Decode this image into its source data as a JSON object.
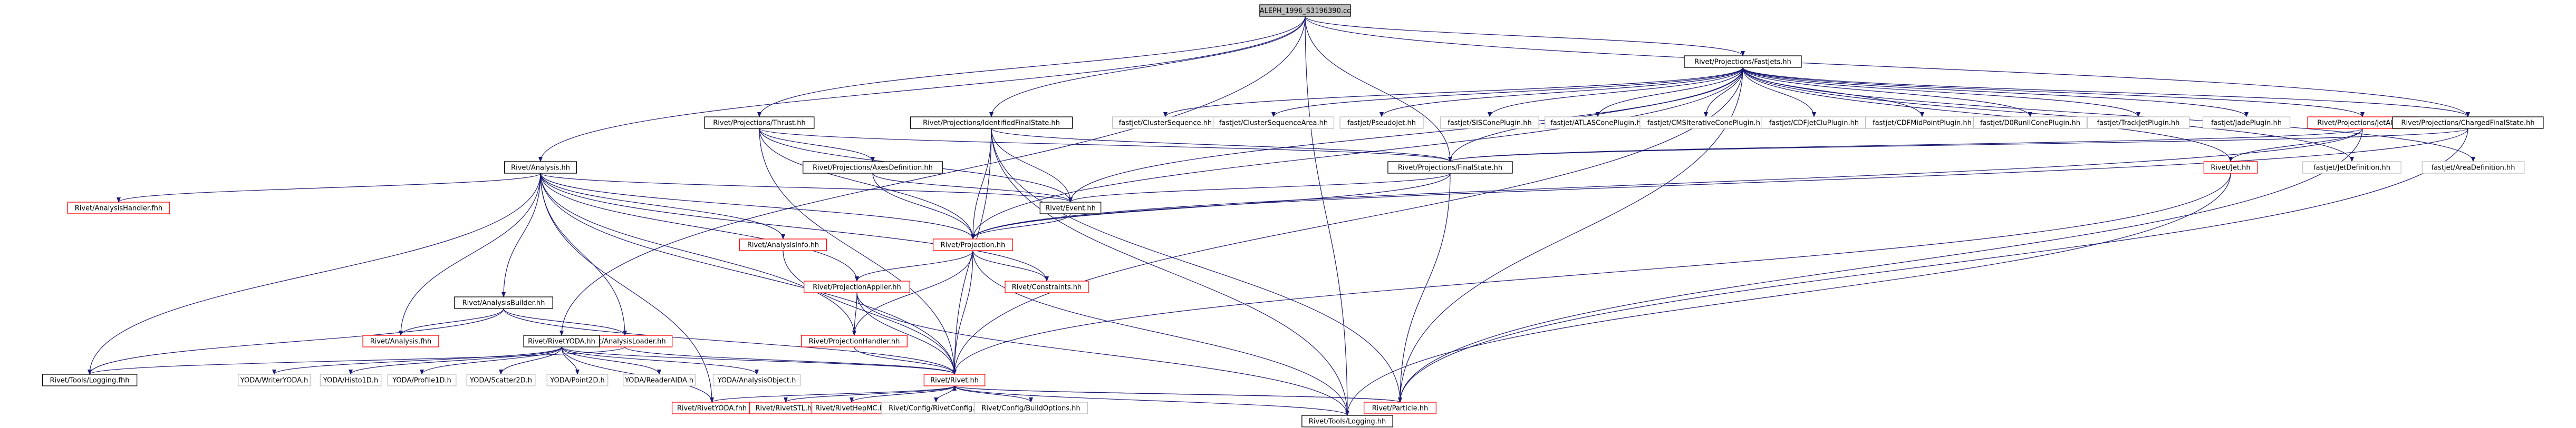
{
  "colors": {
    "root_fill": "#bfbfbf",
    "node_stroke_black": "#000000",
    "node_stroke_red": "#ff0000",
    "edge": "#191970",
    "text": "#000000"
  },
  "nodes": [
    {
      "id": "root",
      "label": "ALEPH_1996_S3196390.cc",
      "kind": "root"
    },
    {
      "id": "fastjets",
      "label": "Rivet/Projections/FastJets.hh",
      "kind": "black"
    },
    {
      "id": "thrust",
      "label": "Rivet/Projections/Thrust.hh",
      "kind": "black"
    },
    {
      "id": "idfs",
      "label": "Rivet/Projections/IdentifiedFinalState.hh",
      "kind": "black"
    },
    {
      "id": "analysis",
      "label": "Rivet/Analysis.hh",
      "kind": "black"
    },
    {
      "id": "clusterseq",
      "label": "fastjet/ClusterSequence.hh",
      "kind": "gray"
    },
    {
      "id": "clusterseqarea",
      "label": "fastjet/ClusterSequenceArea.hh",
      "kind": "gray"
    },
    {
      "id": "pseudojet",
      "label": "fastjet/PseudoJet.hh",
      "kind": "gray"
    },
    {
      "id": "siscone",
      "label": "fastjet/SISConePlugin.hh",
      "kind": "gray"
    },
    {
      "id": "atlascone",
      "label": "fastjet/ATLASConePlugin.hh",
      "kind": "gray"
    },
    {
      "id": "cmscone",
      "label": "fastjet/CMSIterativeConePlugin.hh",
      "kind": "gray"
    },
    {
      "id": "cdfjetclu",
      "label": "fastjet/CDFJetCluPlugin.hh",
      "kind": "gray"
    },
    {
      "id": "cdfmidpoint",
      "label": "fastjet/CDFMidPointPlugin.hh",
      "kind": "gray"
    },
    {
      "id": "d0run2",
      "label": "fastjet/D0RunIIConePlugin.hh",
      "kind": "gray"
    },
    {
      "id": "trackjet",
      "label": "fastjet/TrackJetPlugin.hh",
      "kind": "gray"
    },
    {
      "id": "jade",
      "label": "fastjet/JadePlugin.hh",
      "kind": "gray"
    },
    {
      "id": "jetalg",
      "label": "Rivet/Projections/JetAlg.hh",
      "kind": "red"
    },
    {
      "id": "chargedfs",
      "label": "Rivet/Projections/ChargedFinalState.hh",
      "kind": "black"
    },
    {
      "id": "jetdef",
      "label": "fastjet/JetDefinition.hh",
      "kind": "gray"
    },
    {
      "id": "areadef",
      "label": "fastjet/AreaDefinition.hh",
      "kind": "gray"
    },
    {
      "id": "axesdef",
      "label": "Rivet/Projections/AxesDefinition.hh",
      "kind": "black"
    },
    {
      "id": "finalstate",
      "label": "Rivet/Projections/FinalState.hh",
      "kind": "black"
    },
    {
      "id": "jet",
      "label": "Rivet/Jet.hh",
      "kind": "red"
    },
    {
      "id": "analysishandler",
      "label": "Rivet/AnalysisHandler.fhh",
      "kind": "red"
    },
    {
      "id": "event",
      "label": "Rivet/Event.hh",
      "kind": "black"
    },
    {
      "id": "analysisinfo",
      "label": "Rivet/AnalysisInfo.hh",
      "kind": "red"
    },
    {
      "id": "projection",
      "label": "Rivet/Projection.hh",
      "kind": "red"
    },
    {
      "id": "analysisbuilder",
      "label": "Rivet/AnalysisBuilder.hh",
      "kind": "black"
    },
    {
      "id": "projapplier",
      "label": "Rivet/ProjectionApplier.hh",
      "kind": "red"
    },
    {
      "id": "constraints",
      "label": "Rivet/Constraints.hh",
      "kind": "red"
    },
    {
      "id": "analysisfhh",
      "label": "Rivet/Analysis.fhh",
      "kind": "red"
    },
    {
      "id": "analysisloader",
      "label": "Rivet/AnalysisLoader.hh",
      "kind": "red"
    },
    {
      "id": "rivetyoda",
      "label": "Rivet/RivetYODA.hh",
      "kind": "black"
    },
    {
      "id": "projhandler",
      "label": "Rivet/ProjectionHandler.hh",
      "kind": "red"
    },
    {
      "id": "toolslogging1",
      "label": "Rivet/Tools/Logging.fhh",
      "kind": "black"
    },
    {
      "id": "writeryoda",
      "label": "YODA/WriterYODA.h",
      "kind": "gray"
    },
    {
      "id": "histo1d",
      "label": "YODA/Histo1D.h",
      "kind": "gray"
    },
    {
      "id": "profile1d",
      "label": "YODA/Profile1D.h",
      "kind": "gray"
    },
    {
      "id": "scatter2d",
      "label": "YODA/Scatter2D.h",
      "kind": "gray"
    },
    {
      "id": "point2d",
      "label": "YODA/Point2D.h",
      "kind": "gray"
    },
    {
      "id": "readeraida",
      "label": "YODA/ReaderAIDA.h",
      "kind": "gray"
    },
    {
      "id": "analysisobject",
      "label": "YODA/AnalysisObject.h",
      "kind": "gray"
    },
    {
      "id": "rivethh",
      "label": "Rivet/Rivet.hh",
      "kind": "red"
    },
    {
      "id": "rivetyodafhh",
      "label": "Rivet/RivetYODA.fhh",
      "kind": "red"
    },
    {
      "id": "rivetstl",
      "label": "Rivet/RivetSTL.hh",
      "kind": "red"
    },
    {
      "id": "rivethepmc",
      "label": "Rivet/RivetHepMC.hh",
      "kind": "red"
    },
    {
      "id": "rivetconfig",
      "label": "Rivet/Config/RivetConfig.hh",
      "kind": "gray"
    },
    {
      "id": "buildoptions",
      "label": "Rivet/Config/BuildOptions.hh",
      "kind": "gray"
    },
    {
      "id": "particle",
      "label": "Rivet/Particle.hh",
      "kind": "red"
    },
    {
      "id": "toolslogging2",
      "label": "Rivet/Tools/Logging.hh",
      "kind": "black"
    }
  ],
  "edges": [
    [
      "root",
      "fastjets"
    ],
    [
      "root",
      "thrust"
    ],
    [
      "root",
      "idfs"
    ],
    [
      "root",
      "analysis"
    ],
    [
      "root",
      "rivetyoda"
    ],
    [
      "root",
      "finalstate"
    ],
    [
      "root",
      "toolslogging2"
    ],
    [
      "root",
      "chargedfs"
    ],
    [
      "fastjets",
      "clusterseq"
    ],
    [
      "fastjets",
      "clusterseqarea"
    ],
    [
      "fastjets",
      "pseudojet"
    ],
    [
      "fastjets",
      "siscone"
    ],
    [
      "fastjets",
      "atlascone"
    ],
    [
      "fastjets",
      "cmscone"
    ],
    [
      "fastjets",
      "cdfjetclu"
    ],
    [
      "fastjets",
      "cdfmidpoint"
    ],
    [
      "fastjets",
      "d0run2"
    ],
    [
      "fastjets",
      "trackjet"
    ],
    [
      "fastjets",
      "jade"
    ],
    [
      "fastjets",
      "jetalg"
    ],
    [
      "fastjets",
      "chargedfs"
    ],
    [
      "fastjets",
      "jetdef"
    ],
    [
      "fastjets",
      "areadef"
    ],
    [
      "fastjets",
      "finalstate"
    ],
    [
      "fastjets",
      "jet"
    ],
    [
      "fastjets",
      "particle"
    ],
    [
      "fastjets",
      "rivethh"
    ],
    [
      "fastjets",
      "projection"
    ],
    [
      "fastjets",
      "event"
    ],
    [
      "thrust",
      "axesdef"
    ],
    [
      "thrust",
      "finalstate"
    ],
    [
      "thrust",
      "event"
    ],
    [
      "thrust",
      "projection"
    ],
    [
      "thrust",
      "rivethh"
    ],
    [
      "idfs",
      "finalstate"
    ],
    [
      "idfs",
      "event"
    ],
    [
      "idfs",
      "projection"
    ],
    [
      "idfs",
      "rivethh"
    ],
    [
      "idfs",
      "particle"
    ],
    [
      "idfs",
      "toolslogging2"
    ],
    [
      "analysis",
      "analysishandler"
    ],
    [
      "analysis",
      "event"
    ],
    [
      "analysis",
      "analysisinfo"
    ],
    [
      "analysis",
      "projection"
    ],
    [
      "analysis",
      "analysisbuilder"
    ],
    [
      "analysis",
      "projapplier"
    ],
    [
      "analysis",
      "constraints"
    ],
    [
      "analysis",
      "analysisfhh"
    ],
    [
      "analysis",
      "analysisloader"
    ],
    [
      "analysis",
      "toolslogging1"
    ],
    [
      "analysis",
      "rivethh"
    ],
    [
      "analysis",
      "rivetyodafhh"
    ],
    [
      "analysis",
      "projhandler"
    ],
    [
      "axesdef",
      "projection"
    ],
    [
      "axesdef",
      "event"
    ],
    [
      "finalstate",
      "projection"
    ],
    [
      "finalstate",
      "event"
    ],
    [
      "finalstate",
      "particle"
    ],
    [
      "jetalg",
      "finalstate"
    ],
    [
      "jetalg",
      "jet"
    ],
    [
      "jetalg",
      "projection"
    ],
    [
      "jetalg",
      "particle"
    ],
    [
      "chargedfs",
      "finalstate"
    ],
    [
      "chargedfs",
      "projection"
    ],
    [
      "chargedfs",
      "particle"
    ],
    [
      "jet",
      "rivethh"
    ],
    [
      "jet",
      "toolslogging2"
    ],
    [
      "event",
      "projection"
    ],
    [
      "analysisinfo",
      "rivethh"
    ],
    [
      "projection",
      "projapplier"
    ],
    [
      "projection",
      "constraints"
    ],
    [
      "projection",
      "rivethh"
    ],
    [
      "projection",
      "toolslogging2"
    ],
    [
      "projection",
      "projhandler"
    ],
    [
      "analysisbuilder",
      "analysisfhh"
    ],
    [
      "analysisbuilder",
      "analysisloader"
    ],
    [
      "analysisbuilder",
      "rivethh"
    ],
    [
      "analysisbuilder",
      "toolslogging1"
    ],
    [
      "projapplier",
      "projhandler"
    ],
    [
      "projapplier",
      "rivethh"
    ],
    [
      "projapplier",
      "toolslogging2"
    ],
    [
      "analysisloader",
      "rivethh"
    ],
    [
      "analysisloader",
      "toolslogging1"
    ],
    [
      "rivetyoda",
      "writeryoda"
    ],
    [
      "rivetyoda",
      "histo1d"
    ],
    [
      "rivetyoda",
      "profile1d"
    ],
    [
      "rivetyoda",
      "scatter2d"
    ],
    [
      "rivetyoda",
      "point2d"
    ],
    [
      "rivetyoda",
      "readeraida"
    ],
    [
      "rivetyoda",
      "analysisobject"
    ],
    [
      "rivetyoda",
      "rivethh"
    ],
    [
      "rivetyoda",
      "rivetyodafhh"
    ],
    [
      "projhandler",
      "rivethh"
    ],
    [
      "rivethh",
      "rivetyodafhh"
    ],
    [
      "rivethh",
      "rivetstl"
    ],
    [
      "rivethh",
      "rivethepmc"
    ],
    [
      "rivethh",
      "rivetconfig"
    ],
    [
      "rivethh",
      "buildoptions"
    ],
    [
      "rivethh",
      "particle"
    ],
    [
      "particle",
      "rivethh"
    ],
    [
      "toolslogging2",
      "rivethh"
    ]
  ]
}
